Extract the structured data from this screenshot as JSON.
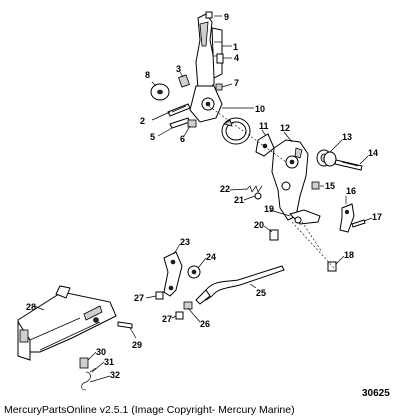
{
  "diagram": {
    "reference_number": "30625",
    "footer": "MercuryPartsOnline v2.5.1 (Image Copyright- Mercury Marine)",
    "callouts": [
      "1",
      "2",
      "3",
      "4",
      "5",
      "6",
      "7",
      "8",
      "9",
      "10",
      "11",
      "12",
      "13",
      "14",
      "15",
      "16",
      "17",
      "18",
      "19",
      "20",
      "21",
      "22",
      "23",
      "24",
      "25",
      "26",
      "27",
      "27",
      "28",
      "29",
      "30",
      "31",
      "32"
    ]
  }
}
